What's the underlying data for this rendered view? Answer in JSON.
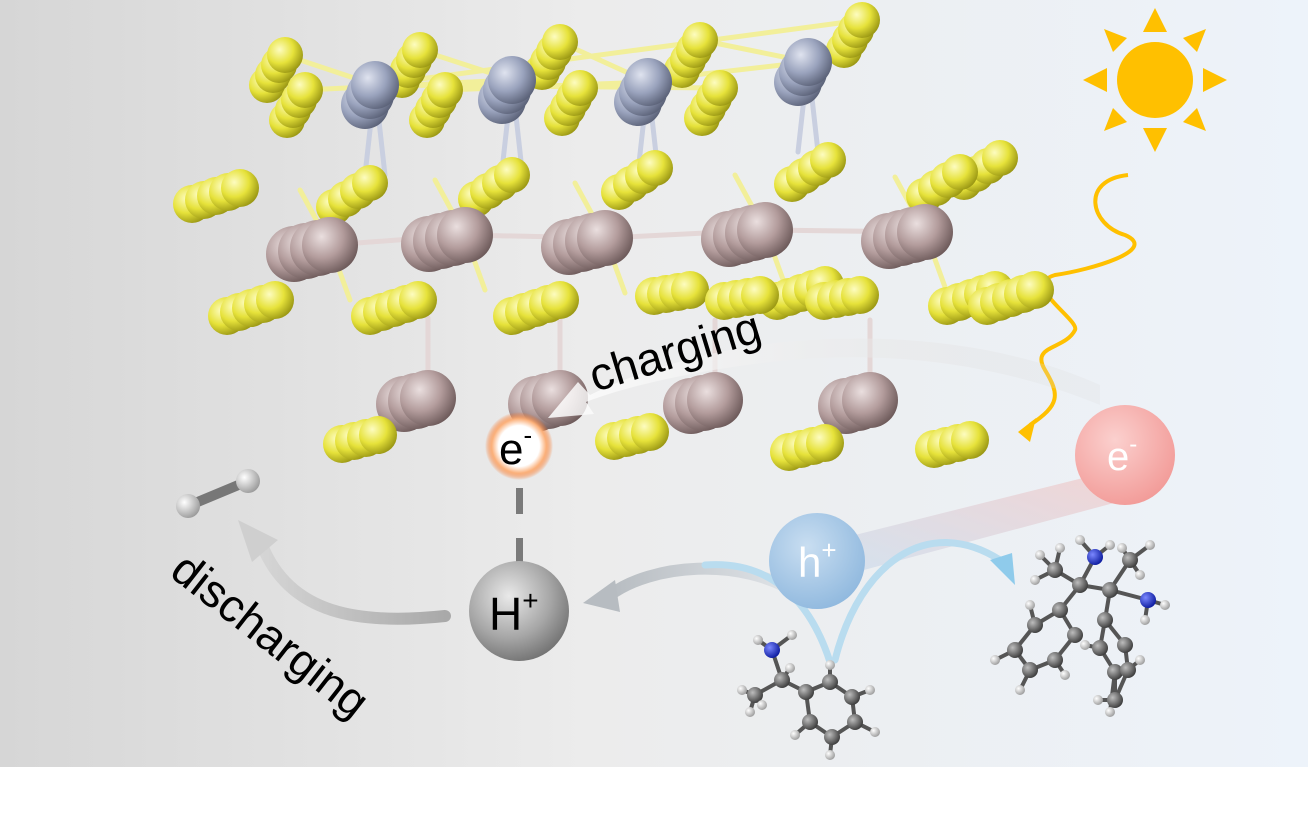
{
  "labels": {
    "charging": "charging",
    "discharging": "discharging",
    "electron_symbol": "e",
    "electron_charge": "-",
    "hole_symbol": "h",
    "hole_charge": "+",
    "proton_symbol": "H",
    "proton_charge": "+"
  },
  "icons": {
    "moon": "moon-icon",
    "sun": "sun-icon",
    "light": "light-wave-icon",
    "hydrogen": "h2-molecule-icon"
  },
  "colors": {
    "background_left": "#d9d9d9",
    "background_right": "#eef3f9",
    "sulfur": "#e6e23a",
    "metal_light": "#9aa3bd",
    "metal_dark": "#b39c9c",
    "sun": "#ffc000",
    "electron_bubble": "#f4a7a4",
    "hole_bubble": "#9dc3e6",
    "proton_bubble": "#8c8c8c",
    "nitrogen": "#1a2fd6",
    "carbon": "#505050"
  }
}
